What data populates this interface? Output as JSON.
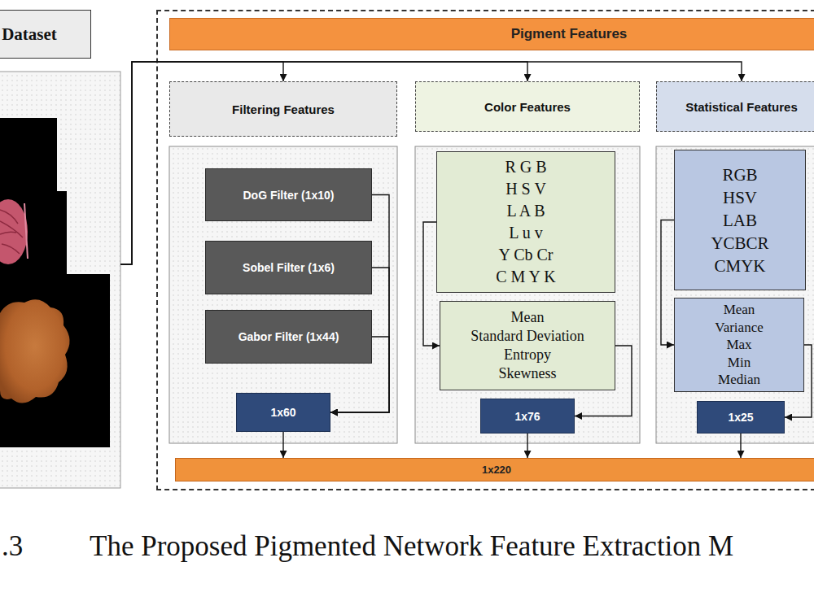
{
  "diagram": {
    "caption": "The Proposed Pigmented Network Feature Extraction M",
    "nodes": [
      {
        "text": [
          "Dataset"
        ]
      },
      {
        "text": [
          "Pigment Features"
        ]
      },
      {
        "text": [
          "Filtering Features"
        ],
        "in": 1
      },
      {
        "text": [
          "Color Features"
        ],
        "in": 1
      },
      {
        "text": [
          "Statistical Features"
        ],
        "in": 1
      },
      {
        "text": [
          "DoG Filter (1x10)"
        ],
        "in": 1
      },
      {
        "text": [
          "Sobel Filter (1x6)"
        ],
        "in": 1
      },
      {
        "text": [
          "Gabor Filter (1x44)"
        ],
        "in": 1
      },
      {
        "text": [
          "1x60"
        ],
        "in": 1
      },
      {
        "text": [
          "R G B",
          "H S V",
          "L A B",
          "L u v",
          "Y Cb Cr",
          "C M Y K"
        ],
        "in": 1
      },
      {
        "text": [
          "Mean",
          "Standard Deviation",
          "Entropy",
          "Skewness"
        ],
        "in": 1
      },
      {
        "text": [
          "1x76"
        ],
        "in": 1
      },
      {
        "text": [
          "RGB",
          "HSV",
          "LAB",
          "YCBCR",
          "CMYK"
        ],
        "in": 1
      },
      {
        "text": [
          "Mean",
          "Variance",
          "Max",
          "Min",
          "Median"
        ],
        "in": 1
      },
      {
        "text": [
          "1x25"
        ],
        "in": 1
      },
      {
        "text": [
          "1x220"
        ],
        "in": 1
      }
    ],
    "edges": [
      {
        "from": 0,
        "to": 2,
        "arrow": "to"
      },
      {
        "from": 0,
        "to": 3,
        "arrow": "to"
      },
      {
        "from": 0,
        "to": 4,
        "arrow": "to"
      },
      {
        "from": 5,
        "to": 8,
        "arrow": "to"
      },
      {
        "from": 6,
        "to": 8,
        "arrow": "to"
      },
      {
        "from": 7,
        "to": 8,
        "arrow": "to"
      },
      {
        "from": 9,
        "to": 10,
        "arrow": "to"
      },
      {
        "from": 10,
        "to": 11,
        "arrow": "to"
      },
      {
        "from": 12,
        "to": 13,
        "arrow": "to"
      },
      {
        "from": 13,
        "to": 14,
        "arrow": "to"
      },
      {
        "from": 8,
        "to": 15,
        "arrow": "to"
      },
      {
        "from": 11,
        "to": 15,
        "arrow": "to"
      },
      {
        "from": 14,
        "to": 15,
        "arrow": "to"
      }
    ],
    "labels": [
      ".3"
    ]
  }
}
